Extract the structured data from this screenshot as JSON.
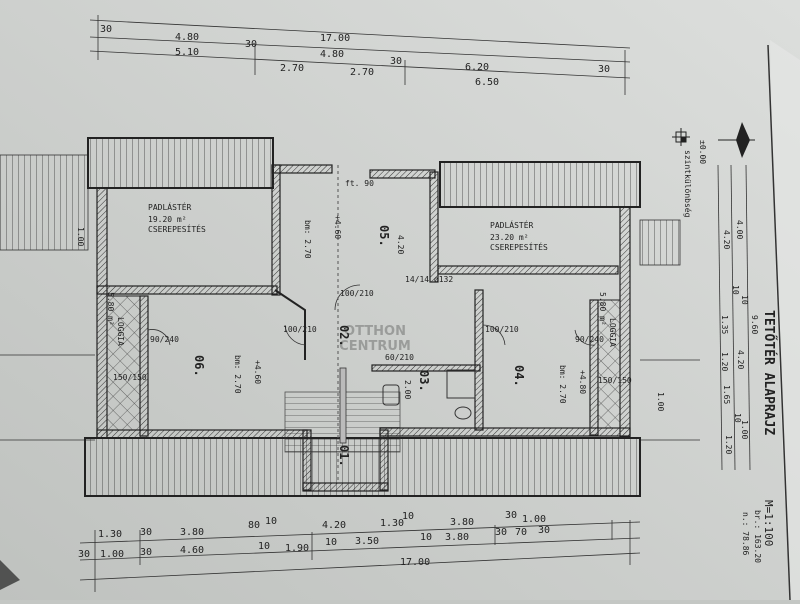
{
  "sheet": {
    "title": "TETŐTÉR ALAPRAJZ",
    "scale": "M=1:100",
    "gross_area": "br.: 163.20",
    "net_area": "n.: 78.86",
    "level": "±0.00",
    "level_note": "szintkülönbség"
  },
  "top_dims": {
    "row1": [
      "30",
      "4.80",
      "30",
      "4.80",
      "30",
      "6.20",
      "30"
    ],
    "row2": [
      "5.10",
      "2.70",
      "2.70",
      "6.50"
    ],
    "total": "17.00"
  },
  "bottom_dims": {
    "row1": [
      "1.30",
      "30",
      "3.80",
      "80",
      "10",
      "4.20",
      "1.30",
      "10",
      "3.80",
      "30",
      "1.00"
    ],
    "row2": [
      "30",
      "1.00",
      "30",
      "4.60",
      "10",
      "1.90",
      "10",
      "3.50",
      "10",
      "3.80",
      "30",
      "70",
      "30"
    ],
    "total": "17.00"
  },
  "right_dims": [
    "4.00",
    "4.20",
    "10",
    "10",
    "1.35",
    "4.20",
    "1.20",
    "1.65",
    "10",
    "1.00",
    "1.20",
    "9.60"
  ],
  "rooms": [
    {
      "id": "01."
    },
    {
      "id": "02."
    },
    {
      "id": "03.",
      "dim": "2.00"
    },
    {
      "id": "04.",
      "level": "+4.80",
      "height": "bm: 2.70"
    },
    {
      "id": "05.",
      "level": "+4.60",
      "height": "bm: 2.70",
      "dim": "4.20"
    },
    {
      "id": "06.",
      "level": "+4.60",
      "height": "bm: 2.70"
    }
  ],
  "attics": [
    {
      "name": "PADLÁSTÉR",
      "area": "19.20 m²",
      "note": "CSEREPESÍTÉS"
    },
    {
      "name": "PADLÁSTÉR",
      "area": "23.20 m²",
      "note": "CSEREPESÍTÉS"
    }
  ],
  "loggias": [
    {
      "name": "LOGGIA",
      "area": "5.80 m²",
      "window": "150/150"
    },
    {
      "name": "LOGGIA",
      "area": "5.80 m²",
      "window": "150/150"
    }
  ],
  "doors": [
    "90/240",
    "100/210",
    "100/210",
    "100/210",
    "90/240",
    "60/210"
  ],
  "misc": {
    "sill_left": "1.00",
    "sill_right": "1.00",
    "vent": "14/14 ø132",
    "h90": "ft. 90"
  },
  "watermark": {
    "line1": "OTTHON",
    "line2": "CENTRUM"
  }
}
